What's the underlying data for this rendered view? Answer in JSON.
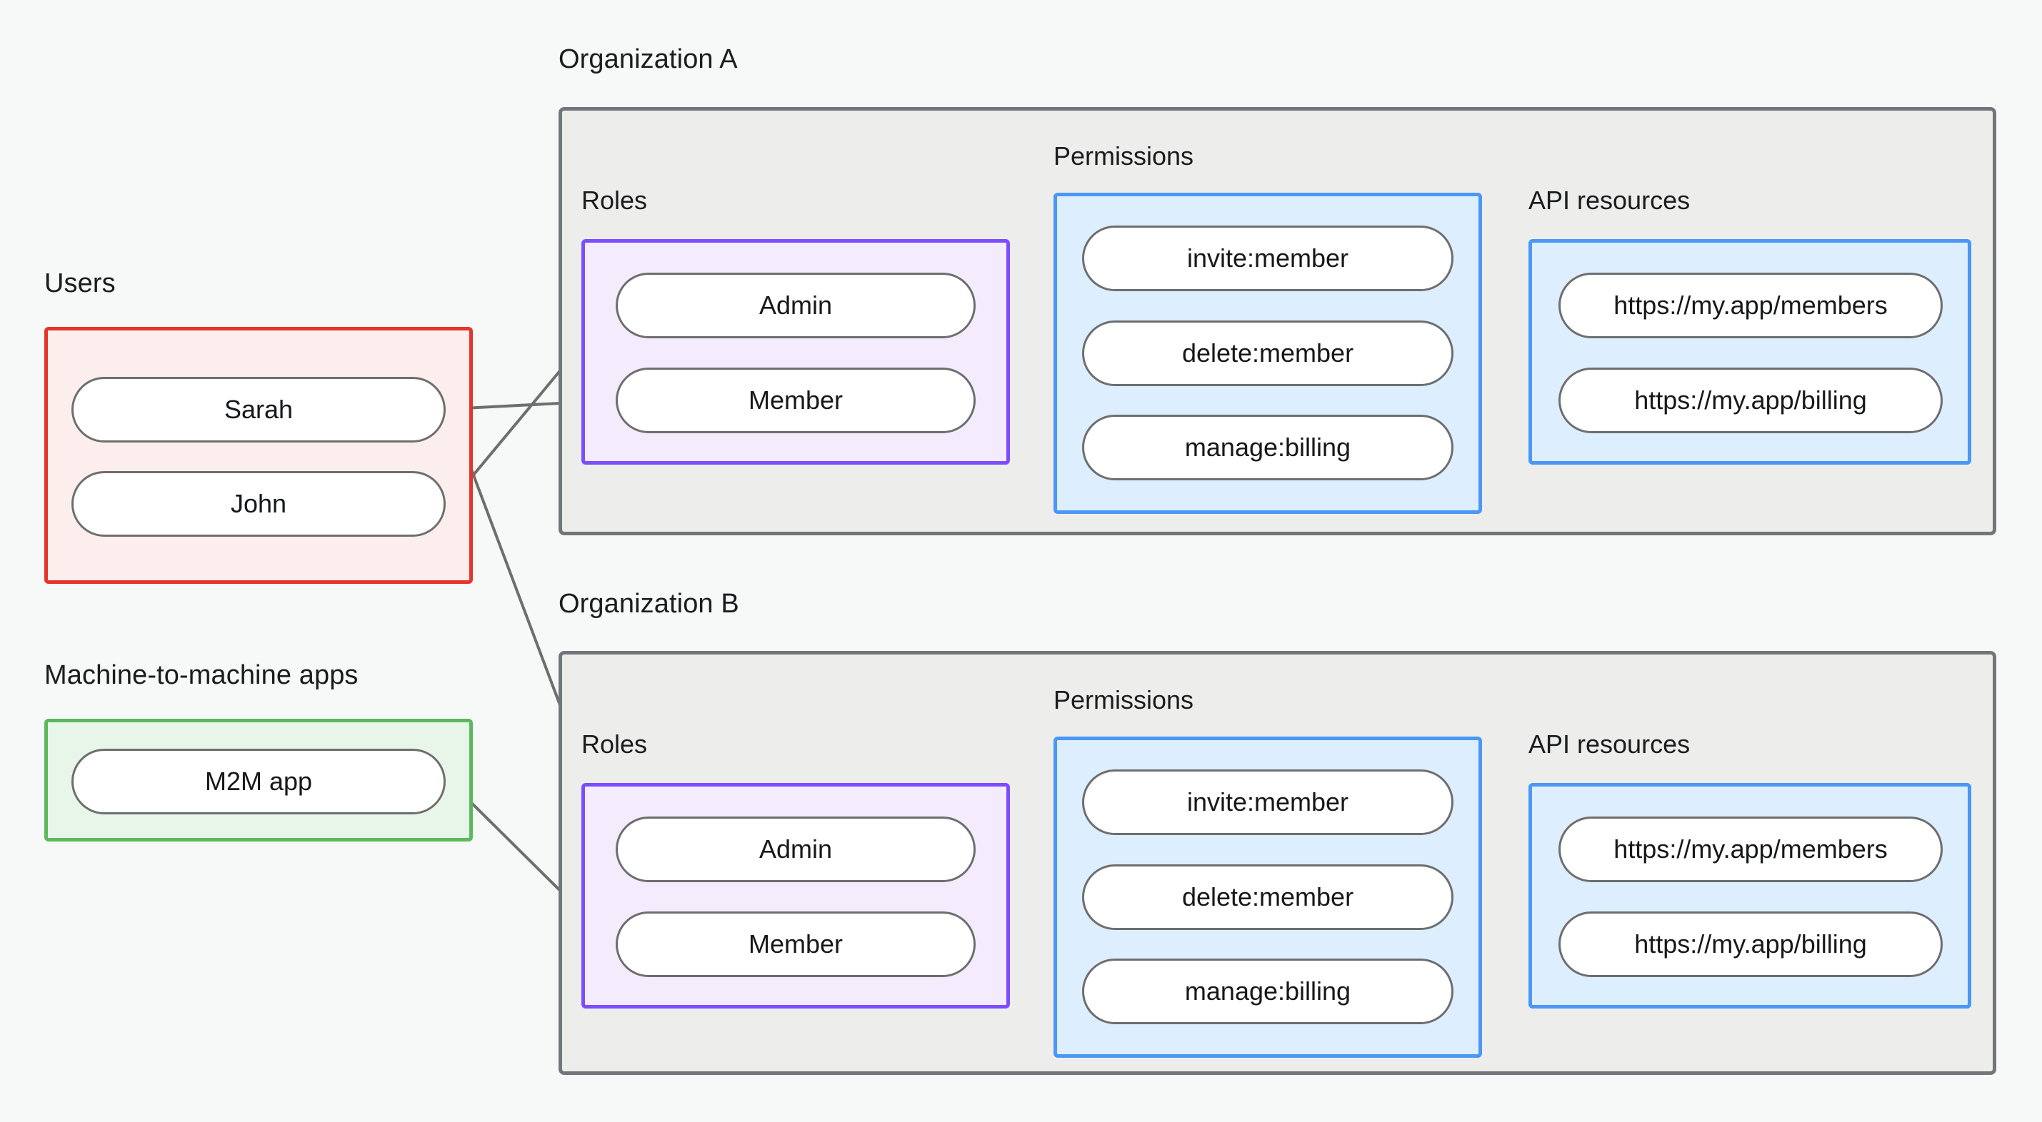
{
  "diagram": {
    "title_users": "Users",
    "title_m2m": "Machine-to-machine apps",
    "org_a_title": "Organization A",
    "org_b_title": "Organization B",
    "label_roles": "Roles",
    "label_permissions": "Permissions",
    "label_api_resources": "API resources"
  },
  "colors": {
    "background": "#f7f8f8",
    "users_border": "#e8332a",
    "users_fill": "#fdeeee",
    "m2m_border": "#5cb85c",
    "m2m_fill": "#e8f6ea",
    "org_border": "#71767a",
    "org_fill": "#ededec",
    "roles_border": "#7c4dff",
    "roles_fill": "#f4ecfd",
    "blue_border": "#4a97f5",
    "blue_fill": "#ddeeff",
    "pill_border": "#6e6e6e",
    "pill_fill": "#ffffff",
    "edge": "#6e6e6e",
    "text": "#1b1c1d"
  },
  "users": {
    "items": [
      {
        "label": "Sarah"
      },
      {
        "label": "John"
      }
    ]
  },
  "m2m": {
    "items": [
      {
        "label": "M2M app"
      }
    ]
  },
  "org_a": {
    "roles": [
      {
        "label": "Admin"
      },
      {
        "label": "Member"
      }
    ],
    "permissions": [
      {
        "label": "invite:member"
      },
      {
        "label": "delete:member"
      },
      {
        "label": "manage:billing"
      }
    ],
    "api_resources": [
      {
        "label": "https://my.app/members"
      },
      {
        "label": "https://my.app/billing"
      }
    ]
  },
  "org_b": {
    "roles": [
      {
        "label": "Admin"
      },
      {
        "label": "Member"
      }
    ],
    "permissions": [
      {
        "label": "invite:member"
      },
      {
        "label": "delete:member"
      },
      {
        "label": "manage:billing"
      }
    ],
    "api_resources": [
      {
        "label": "https://my.app/members"
      },
      {
        "label": "https://my.app/billing"
      }
    ]
  },
  "connections": [
    {
      "from": "Sarah",
      "to": "Organization A / Member"
    },
    {
      "from": "John",
      "to": "Organization A / Admin"
    },
    {
      "from": "Sarah",
      "to": "Organization B / Admin"
    },
    {
      "from": "M2M app",
      "to": "Organization B / Member"
    },
    {
      "from": "Organization A / Admin",
      "to": "invite:member"
    },
    {
      "from": "Organization A / Admin",
      "to": "delete:member"
    },
    {
      "from": "Organization A / Member",
      "to": "manage:billing"
    },
    {
      "from": "invite:member",
      "to": "https://my.app/members"
    },
    {
      "from": "delete:member",
      "to": "https://my.app/members"
    },
    {
      "from": "manage:billing",
      "to": "https://my.app/billing"
    },
    {
      "from": "Organization B / Admin",
      "to": "invite:member"
    },
    {
      "from": "Organization B / Admin",
      "to": "delete:member"
    },
    {
      "from": "Organization B / Member",
      "to": "manage:billing"
    },
    {
      "from": "invite:member",
      "to": "https://my.app/members"
    },
    {
      "from": "delete:member",
      "to": "https://my.app/members"
    },
    {
      "from": "manage:billing",
      "to": "https://my.app/billing"
    }
  ]
}
